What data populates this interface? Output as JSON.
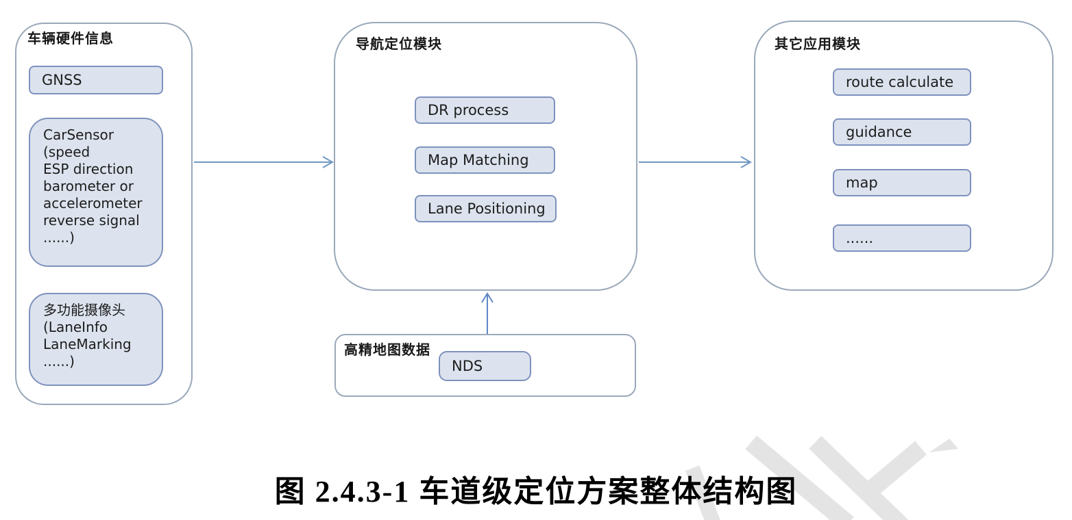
{
  "figure": {
    "caption": "图 2.4.3-1 车道级定位方案整体结构图"
  },
  "diagram": {
    "left_panel": {
      "title": "车辆硬件信息",
      "gnss_label": "GNSS",
      "carsensor_lines": [
        "CarSensor",
        "(speed",
        "ESP direction",
        "barometer or",
        "accelerometer",
        "reverse signal",
        "......)"
      ],
      "camera_lines": [
        "多功能摄像头",
        "(LaneInfo",
        "LaneMarking",
        "......)"
      ]
    },
    "center_panel": {
      "title": "导航定位模块",
      "boxes": [
        "DR process",
        "Map Matching",
        "Lane Positioning"
      ]
    },
    "right_panel": {
      "title": "其它应用模块",
      "boxes": [
        "route calculate",
        "guidance",
        "map",
        "......"
      ]
    },
    "bottom_panel": {
      "title": "高精地图数据",
      "box": "NDS"
    },
    "connections": [
      {
        "from": "车辆硬件信息",
        "to": "导航定位模块",
        "type": "arrow-right"
      },
      {
        "from": "导航定位模块",
        "to": "其它应用模块",
        "type": "arrow-right"
      },
      {
        "from": "高精地图数据",
        "to": "导航定位模块",
        "type": "arrow-up"
      }
    ],
    "colors": {
      "node_fill": "#dce3ee",
      "node_border": "#7e91bd",
      "panel_border": "#9aa8ba",
      "arrow_horizontal": "#7097c3",
      "arrow_vertical": "#5d87c7",
      "watermark": "#e4e4e4",
      "text": "#1c1c1c"
    }
  }
}
